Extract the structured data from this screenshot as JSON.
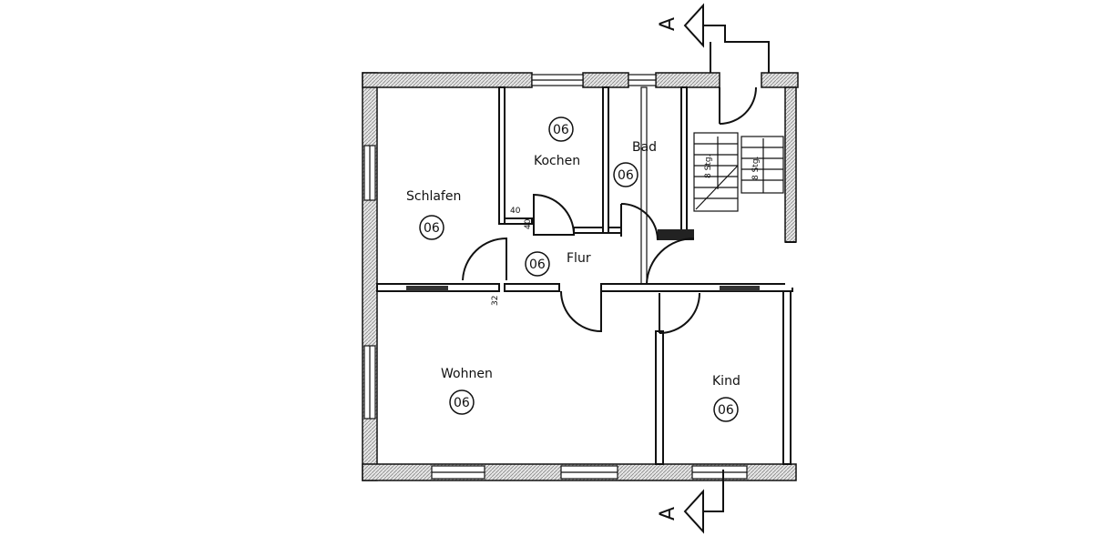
{
  "rooms": {
    "schlafen": {
      "label": "Schlafen",
      "code": "06"
    },
    "kochen": {
      "label": "Kochen",
      "code": "06"
    },
    "bad": {
      "label": "Bad",
      "code": "06"
    },
    "flur": {
      "label": "Flur",
      "code": "06"
    },
    "wohnen": {
      "label": "Wohnen",
      "code": "06"
    },
    "kind": {
      "label": "Kind",
      "code": "06"
    }
  },
  "dimensions": {
    "d40a": "40",
    "d40b": "40",
    "d32": "32"
  },
  "stairs": {
    "left": "8 Stg.",
    "right": "8 Stg."
  },
  "section": {
    "top": "A",
    "bottom": "A"
  }
}
